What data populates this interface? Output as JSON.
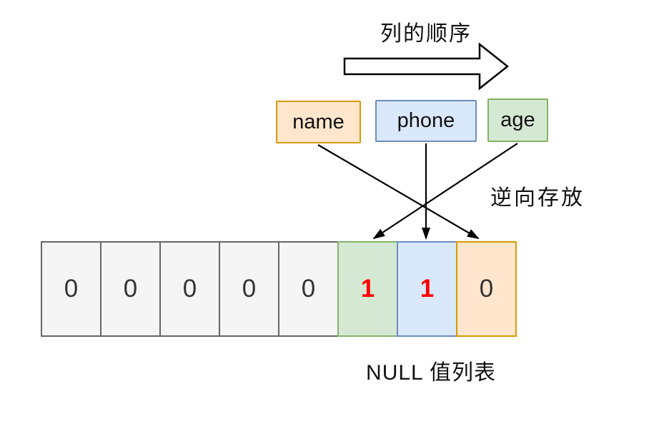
{
  "labels": {
    "column_order": "列的顺序",
    "reverse_storage": "逆向存放",
    "null_list": "NULL 值列表"
  },
  "columns": [
    {
      "label": "name",
      "fill": "#ffe6cc",
      "border": "#d79b00"
    },
    {
      "label": "phone",
      "fill": "#dae8fc",
      "border": "#6c8ebf"
    },
    {
      "label": "age",
      "fill": "#d5e8d4",
      "border": "#82b366"
    }
  ],
  "bitmap": {
    "cells": [
      {
        "value": "0",
        "fill": "#f5f5f5",
        "border": "#666666",
        "color": "#333333",
        "weight": "400"
      },
      {
        "value": "0",
        "fill": "#f5f5f5",
        "border": "#666666",
        "color": "#333333",
        "weight": "400"
      },
      {
        "value": "0",
        "fill": "#f5f5f5",
        "border": "#666666",
        "color": "#333333",
        "weight": "400"
      },
      {
        "value": "0",
        "fill": "#f5f5f5",
        "border": "#666666",
        "color": "#333333",
        "weight": "400"
      },
      {
        "value": "0",
        "fill": "#f5f5f5",
        "border": "#666666",
        "color": "#333333",
        "weight": "400"
      },
      {
        "value": "1",
        "fill": "#d5e8d4",
        "border": "#82b366",
        "color": "#ff0000",
        "weight": "700"
      },
      {
        "value": "1",
        "fill": "#dae8fc",
        "border": "#6c8ebf",
        "color": "#ff0000",
        "weight": "700"
      },
      {
        "value": "0",
        "fill": "#ffe6cc",
        "border": "#d79b00",
        "color": "#333333",
        "weight": "400"
      }
    ]
  },
  "arrows": [
    {
      "from": "name",
      "to": "bit-8"
    },
    {
      "from": "phone",
      "to": "bit-7"
    },
    {
      "from": "age",
      "to": "bit-6"
    }
  ],
  "colors": {
    "arrow_stroke": "#000000",
    "set_bit_red": "#ff0000"
  }
}
